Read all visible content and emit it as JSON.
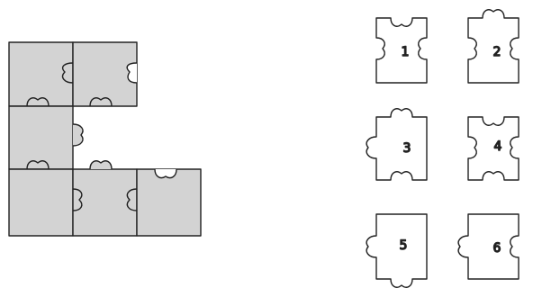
{
  "colors": {
    "piece_fill_assembled": "#d3d3d3",
    "piece_fill_option": "#ffffff",
    "outline": "#222222"
  },
  "assembled_puzzle": {
    "description_label": "",
    "rows": [
      [
        "filled",
        "filled",
        "empty"
      ],
      [
        "filled",
        "empty",
        "empty"
      ],
      [
        "filled",
        "filled",
        "filled"
      ]
    ]
  },
  "options": [
    {
      "label": "1"
    },
    {
      "label": "2"
    },
    {
      "label": "3"
    },
    {
      "label": "4"
    },
    {
      "label": "5"
    },
    {
      "label": "6"
    }
  ]
}
